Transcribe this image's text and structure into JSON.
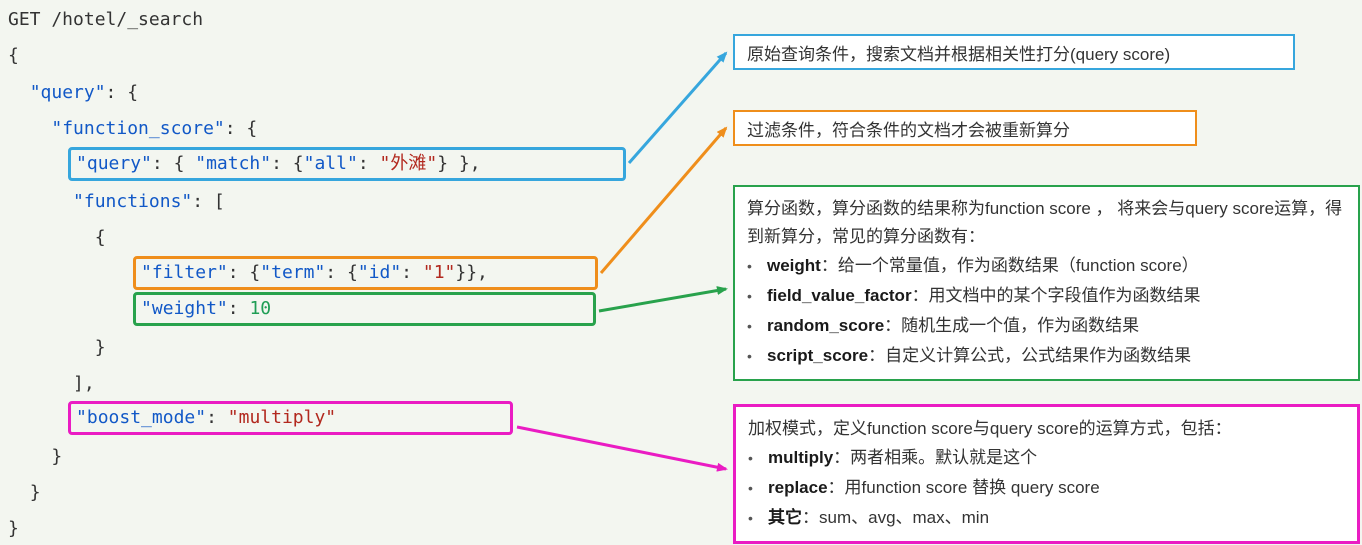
{
  "colors": {
    "page-bg": "#f3f6f0",
    "blue": "#36a6dd",
    "orange": "#ef8e1b",
    "green": "#28a24c",
    "magenta": "#ea1cc3",
    "code-plain": "#333333",
    "code-key": "#1158c7",
    "code-str": "#b2281e",
    "code-num": "#1f9e55"
  },
  "code": {
    "lines": [
      {
        "indent": "",
        "tokens": [
          {
            "t": "GET /hotel/_search",
            "c": "plain"
          }
        ]
      },
      {
        "indent": "",
        "tokens": [
          {
            "t": "{",
            "c": "plain"
          }
        ]
      },
      {
        "indent": "  ",
        "tokens": [
          {
            "t": "\"query\"",
            "c": "key"
          },
          {
            "t": ": {",
            "c": "plain"
          }
        ]
      },
      {
        "indent": "    ",
        "tokens": [
          {
            "t": "\"function_score\"",
            "c": "key"
          },
          {
            "t": ": {",
            "c": "plain"
          }
        ]
      },
      {
        "indent": "      ",
        "box": "blue",
        "tokens": [
          {
            "t": "\"query\"",
            "c": "key"
          },
          {
            "t": ": { ",
            "c": "plain"
          },
          {
            "t": "\"match\"",
            "c": "key"
          },
          {
            "t": ": {",
            "c": "plain"
          },
          {
            "t": "\"all\"",
            "c": "key"
          },
          {
            "t": ": ",
            "c": "plain"
          },
          {
            "t": "\"外滩\"",
            "c": "str"
          },
          {
            "t": "} },",
            "c": "plain"
          }
        ]
      },
      {
        "indent": "      ",
        "tokens": [
          {
            "t": "\"functions\"",
            "c": "key"
          },
          {
            "t": ": [",
            "c": "plain"
          }
        ]
      },
      {
        "indent": "        ",
        "tokens": [
          {
            "t": "{",
            "c": "plain"
          }
        ]
      },
      {
        "indent": "            ",
        "box": "orange",
        "tokens": [
          {
            "t": "\"filter\"",
            "c": "key"
          },
          {
            "t": ": {",
            "c": "plain"
          },
          {
            "t": "\"term\"",
            "c": "key"
          },
          {
            "t": ": {",
            "c": "plain"
          },
          {
            "t": "\"id\"",
            "c": "key"
          },
          {
            "t": ": ",
            "c": "plain"
          },
          {
            "t": "\"1\"",
            "c": "str"
          },
          {
            "t": "}},",
            "c": "plain"
          }
        ]
      },
      {
        "indent": "            ",
        "box": "green",
        "tokens": [
          {
            "t": "\"weight\"",
            "c": "key"
          },
          {
            "t": ": ",
            "c": "plain"
          },
          {
            "t": "10",
            "c": "num"
          }
        ]
      },
      {
        "indent": "        ",
        "tokens": [
          {
            "t": "}",
            "c": "plain"
          }
        ]
      },
      {
        "indent": "      ",
        "tokens": [
          {
            "t": "],",
            "c": "plain"
          }
        ]
      },
      {
        "indent": "      ",
        "box": "magenta",
        "tokens": [
          {
            "t": "\"boost_mode\"",
            "c": "key"
          },
          {
            "t": ": ",
            "c": "plain"
          },
          {
            "t": "\"multiply\"",
            "c": "str"
          }
        ]
      },
      {
        "indent": "    ",
        "tokens": [
          {
            "t": "}",
            "c": "plain"
          }
        ]
      },
      {
        "indent": "  ",
        "tokens": [
          {
            "t": "}",
            "c": "plain"
          }
        ]
      },
      {
        "indent": "",
        "tokens": [
          {
            "t": "}",
            "c": "plain"
          }
        ]
      }
    ]
  },
  "annotations": {
    "query_note": {
      "text": "原始查询条件，搜索文档并根据相关性打分(query score)"
    },
    "filter_note": {
      "text": "过滤条件，符合条件的文档才会被重新算分"
    },
    "function_note": {
      "intro": "算分函数，算分函数的结果称为function score ， 将来会与query score运算，得到新算分，常见的算分函数有：",
      "items": [
        {
          "label": "weight",
          "text": "：给一个常量值，作为函数结果（function score）"
        },
        {
          "label": "field_value_factor",
          "text": "：用文档中的某个字段值作为函数结果"
        },
        {
          "label": "random_score",
          "text": "：随机生成一个值，作为函数结果"
        },
        {
          "label": "script_score",
          "text": "：自定义计算公式，公式结果作为函数结果"
        }
      ]
    },
    "boost_note": {
      "intro": "加权模式，定义function score与query score的运算方式，包括：",
      "items": [
        {
          "label": "multiply",
          "text": "：两者相乘。默认就是这个"
        },
        {
          "label": "replace",
          "text": "：用function score 替换 query score"
        },
        {
          "label": "其它",
          "text": "：sum、avg、max、min"
        }
      ]
    }
  }
}
